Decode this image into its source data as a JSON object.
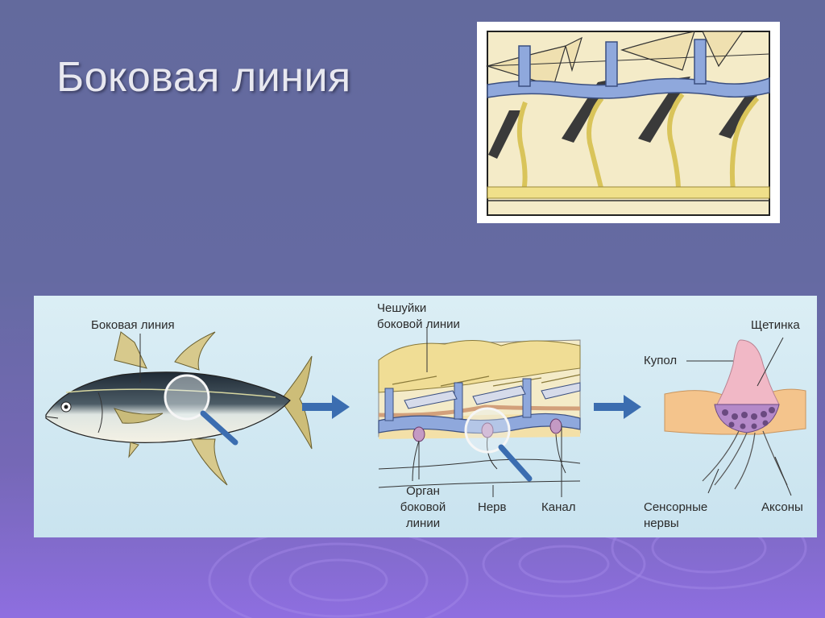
{
  "slide": {
    "title": "Боковая линия"
  },
  "diagram": {
    "labels": {
      "lateral_line": "Боковая линия",
      "scales_line1": "Чешуйки",
      "scales_line2": "боковой линии",
      "organ_line1": "Орган",
      "organ_line2": "боковой",
      "organ_line3": "линии",
      "nerve": "Нерв",
      "canal": "Канал",
      "bristle": "Щетинка",
      "cupula": "Купол",
      "sensory_line1": "Сенсорные",
      "sensory_line2": "нервы",
      "axons": "Аксоны"
    }
  },
  "colors": {
    "slide_bg_top": "#636a9d",
    "slide_bg_bottom": "#8e6ee0",
    "canal_blue": "#8fa8dc",
    "scale_yellow": "#f4ebc8",
    "nerve_yellow": "#e7d67c",
    "arrow_blue": "#3b6db0"
  }
}
